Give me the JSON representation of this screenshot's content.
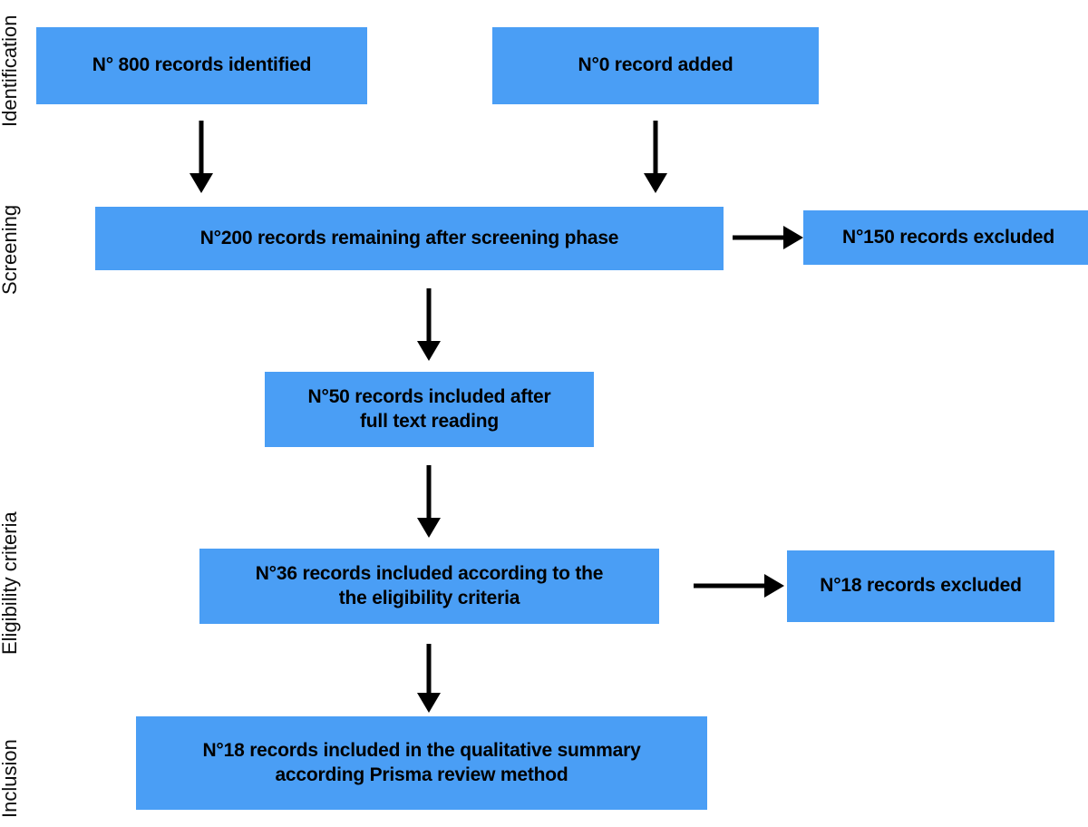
{
  "diagram": {
    "type": "prisma-flow-diagram",
    "title": "PRISMA study selection flow diagram",
    "box_color": "#4a9ef5",
    "arrow_color": "#000000",
    "background_color": "#ffffff",
    "text_color": "#000000"
  },
  "stages": [
    {
      "id": "identification",
      "label": "Identification"
    },
    {
      "id": "screening",
      "label": "Screening"
    },
    {
      "id": "eligibility",
      "label": "Eligibility criteria"
    },
    {
      "id": "inclusion",
      "label": "Inclusion"
    }
  ],
  "boxes": [
    {
      "id": "records-identified",
      "stage": "identification",
      "text": "N° 800 records identified",
      "count": 800
    },
    {
      "id": "records-added",
      "stage": "identification",
      "text": "N°0 record added",
      "count": 0
    },
    {
      "id": "records-remaining-screening",
      "stage": "screening",
      "text": "N°200 records remaining after screening phase",
      "count": 200
    },
    {
      "id": "records-excluded-screening",
      "stage": "screening",
      "text": "N°150 records excluded",
      "count": 150
    },
    {
      "id": "records-full-text",
      "stage": "eligibility",
      "text": "N°50 records included after\nfull text reading",
      "count": 50
    },
    {
      "id": "records-eligibility",
      "stage": "eligibility",
      "text": "N°36 records included according to the\nthe eligibility criteria",
      "count": 36
    },
    {
      "id": "records-excluded-eligibility",
      "stage": "eligibility",
      "text": "N°18 records excluded",
      "count": 18
    },
    {
      "id": "records-included-final",
      "stage": "inclusion",
      "text": "N°18 records included in the qualitative summary\naccording Prisma review method",
      "count": 18
    }
  ],
  "arrows": [
    {
      "id": "arrow-identified-to-screening",
      "direction": "down"
    },
    {
      "id": "arrow-added-to-screening",
      "direction": "down"
    },
    {
      "id": "arrow-screening-to-excluded",
      "direction": "right"
    },
    {
      "id": "arrow-screening-to-fulltext",
      "direction": "down"
    },
    {
      "id": "arrow-fulltext-to-eligibility",
      "direction": "down"
    },
    {
      "id": "arrow-eligibility-to-excluded",
      "direction": "right"
    },
    {
      "id": "arrow-eligibility-to-inclusion",
      "direction": "down"
    }
  ],
  "chart_data": {
    "type": "diagram",
    "title": "PRISMA flow of study selection",
    "nodes": [
      {
        "stage": "Identification",
        "label": "N° 800 records identified",
        "value": 800
      },
      {
        "stage": "Identification",
        "label": "N°0 record added",
        "value": 0
      },
      {
        "stage": "Screening",
        "label": "N°200 records remaining after screening phase",
        "value": 200
      },
      {
        "stage": "Screening",
        "label": "N°150 records excluded",
        "value": 150
      },
      {
        "stage": "Eligibility criteria",
        "label": "N°50 records included after full text reading",
        "value": 50
      },
      {
        "stage": "Eligibility criteria",
        "label": "N°36 records included according to the the eligibility criteria",
        "value": 36
      },
      {
        "stage": "Eligibility criteria",
        "label": "N°18 records excluded",
        "value": 18
      },
      {
        "stage": "Inclusion",
        "label": "N°18 records included in the qualitative summary according Prisma review method",
        "value": 18
      }
    ],
    "edges": [
      {
        "from": "N° 800 records identified",
        "to": "N°200 records remaining after screening phase"
      },
      {
        "from": "N°0 record added",
        "to": "N°200 records remaining after screening phase"
      },
      {
        "from": "N°200 records remaining after screening phase",
        "to": "N°150 records excluded"
      },
      {
        "from": "N°200 records remaining after screening phase",
        "to": "N°50 records included after full text reading"
      },
      {
        "from": "N°50 records included after full text reading",
        "to": "N°36 records included according to the the eligibility criteria"
      },
      {
        "from": "N°36 records included according to the the eligibility criteria",
        "to": "N°18 records excluded"
      },
      {
        "from": "N°36 records included according to the the eligibility criteria",
        "to": "N°18 records included in the qualitative summary according Prisma review method"
      }
    ]
  }
}
